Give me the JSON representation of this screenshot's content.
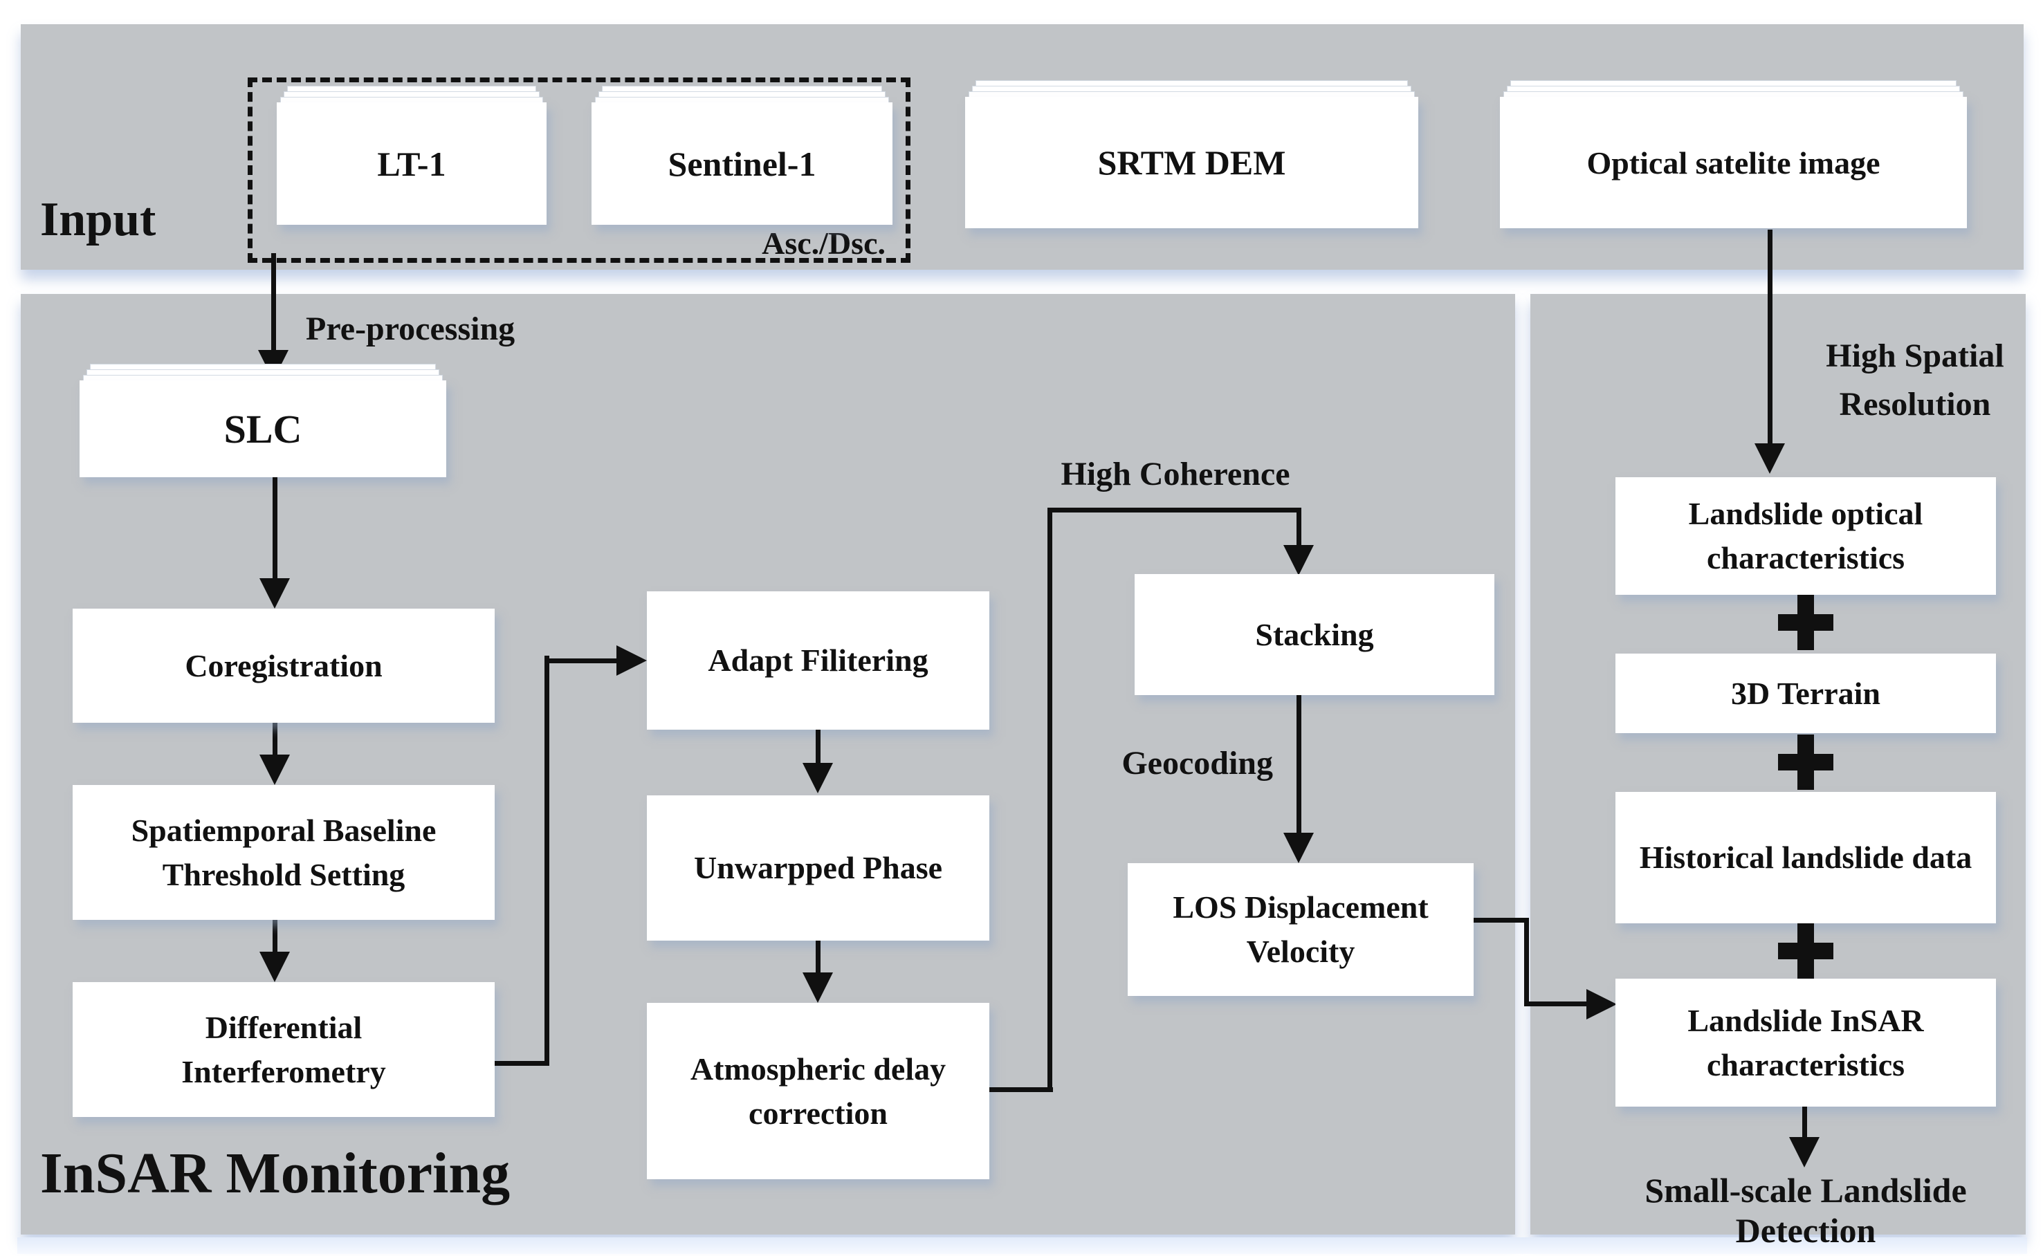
{
  "colors": {
    "panel_gray": "#c1c4c7",
    "box_white": "#ffffff",
    "line_black": "#101010",
    "text_black": "#111111",
    "shadow_blue": "#dde8f8"
  },
  "panels": {
    "input": {
      "label": "Input"
    },
    "insar": {
      "label": "InSAR Monitoring"
    }
  },
  "input_row": {
    "dashed_group": {
      "caption": "Asc./Dsc.",
      "items": [
        {
          "label": "LT-1"
        },
        {
          "label": "Sentinel-1"
        }
      ]
    },
    "srtm_label": "SRTM DEM",
    "optical_label": "Optical satelite image"
  },
  "insar_flow": {
    "pre_processing_label": "Pre-processing",
    "slc_label": "SLC",
    "coregistration_label": "Coregistration",
    "baseline_label": "Spatiemporal Baseline Threshold Setting",
    "differential_label": "Differential Interferometry",
    "adapt_label": "Adapt Filitering",
    "unwrapped_label": "Unwarpped Phase",
    "atmospheric_label": "Atmospheric delay correction",
    "high_coherence_label": "High Coherence",
    "stacking_label": "Stacking",
    "geocoding_label": "Geocoding",
    "los_label": "LOS Displacement Velocity"
  },
  "detection_flow": {
    "high_spatial_label": "High Spatial Resolution",
    "optical_char_label": "Landslide optical characteristics",
    "plus_symbol": "+",
    "terrain_label": "3D Terrain",
    "historical_label": "Historical landslide data",
    "insar_char_label": "Landslide InSAR characteristics",
    "result_label": "Small-scale Landslide Detection"
  }
}
